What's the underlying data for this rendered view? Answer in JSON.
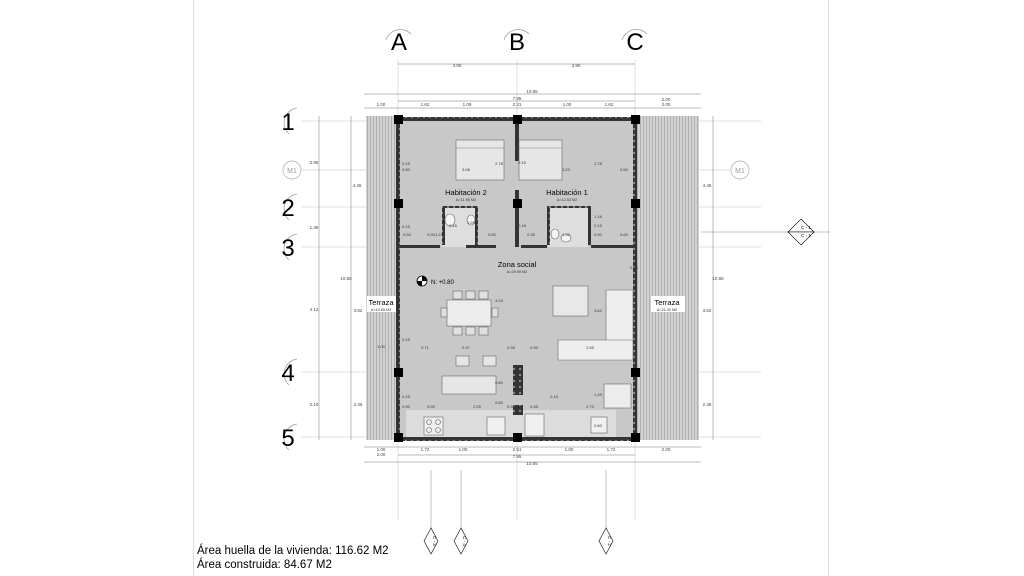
{
  "grid": {
    "columns": [
      "A",
      "B",
      "C"
    ],
    "rows": [
      "1",
      "2",
      "3",
      "4",
      "5"
    ],
    "marker_labels": [
      "M1",
      "M1"
    ]
  },
  "dimensions": {
    "col_spacing": [
      "3.90",
      "3.90"
    ],
    "top_total": "10.65",
    "top_sub": [
      "7.95"
    ],
    "top_segments": [
      "1.00",
      "1.62",
      "1.09",
      "2.31",
      "1.00",
      "1.62",
      "2.00",
      "2.00"
    ],
    "bottom_segments": [
      "1.00",
      "1.72",
      "1.00",
      "2.51",
      "1.00",
      "1.72",
      "2.00",
      "2.00"
    ],
    "bottom_sub": "7.95",
    "bottom_total": "10.65",
    "left_outer": [
      "2.95",
      "1.36",
      "4.12",
      "2.10"
    ],
    "left_inner": [
      "4.46",
      "10.65",
      "3.62",
      "2.36"
    ],
    "right_outer": [
      "4.46",
      "10.65",
      "3.62",
      "2.36"
    ],
    "right_inner": [
      "0.15",
      "0.50",
      "1.00",
      "0.15"
    ],
    "interior": [
      "0.15",
      "0.50",
      "3.08",
      "2.78",
      "0.15",
      "3.23",
      "2.78",
      "0.50",
      "0.15",
      "1.23",
      "0.15",
      "1.25",
      "0.50",
      "0.90",
      "1.16",
      "0.15",
      "0.15",
      "0.50",
      "0.35",
      "1.32",
      "0.60",
      "0.60",
      "0.90",
      "4.04",
      "3.62",
      "2.97",
      "0.71",
      "0.35",
      "0.90",
      "2.65",
      "0.60",
      "0.35",
      "0.90",
      "2.25",
      "0.60",
      "0.35",
      "2.73",
      "0.60",
      "1.49",
      "0.15",
      "0.15",
      "0.90",
      "1.00",
      "0.15"
    ]
  },
  "rooms": [
    {
      "name": "Habitación 2",
      "area": "A=11.96 M2"
    },
    {
      "name": "Habitación 1",
      "area": "A=12.53 M2"
    },
    {
      "name": "Zona social",
      "area": "A=29.59 M2"
    },
    {
      "name": "Terraza",
      "area": "A=10.65 M2"
    },
    {
      "name": "Terraza",
      "area": "A=21.30 M2"
    }
  ],
  "level": "N: +0.80",
  "section_marks": {
    "right": [
      "C - 1",
      "C - 1"
    ],
    "bottom": [
      "C - 3",
      "C - 4",
      "C - 2"
    ]
  },
  "summary": {
    "footprint": "Área huella de la vivienda: 116.62 M2",
    "built": "Área construida: 84.67 M2"
  },
  "colors": {
    "floor": "#c8c8c8",
    "terrace": "#cfcfcf",
    "wall": "#111111",
    "line": "#555555"
  }
}
